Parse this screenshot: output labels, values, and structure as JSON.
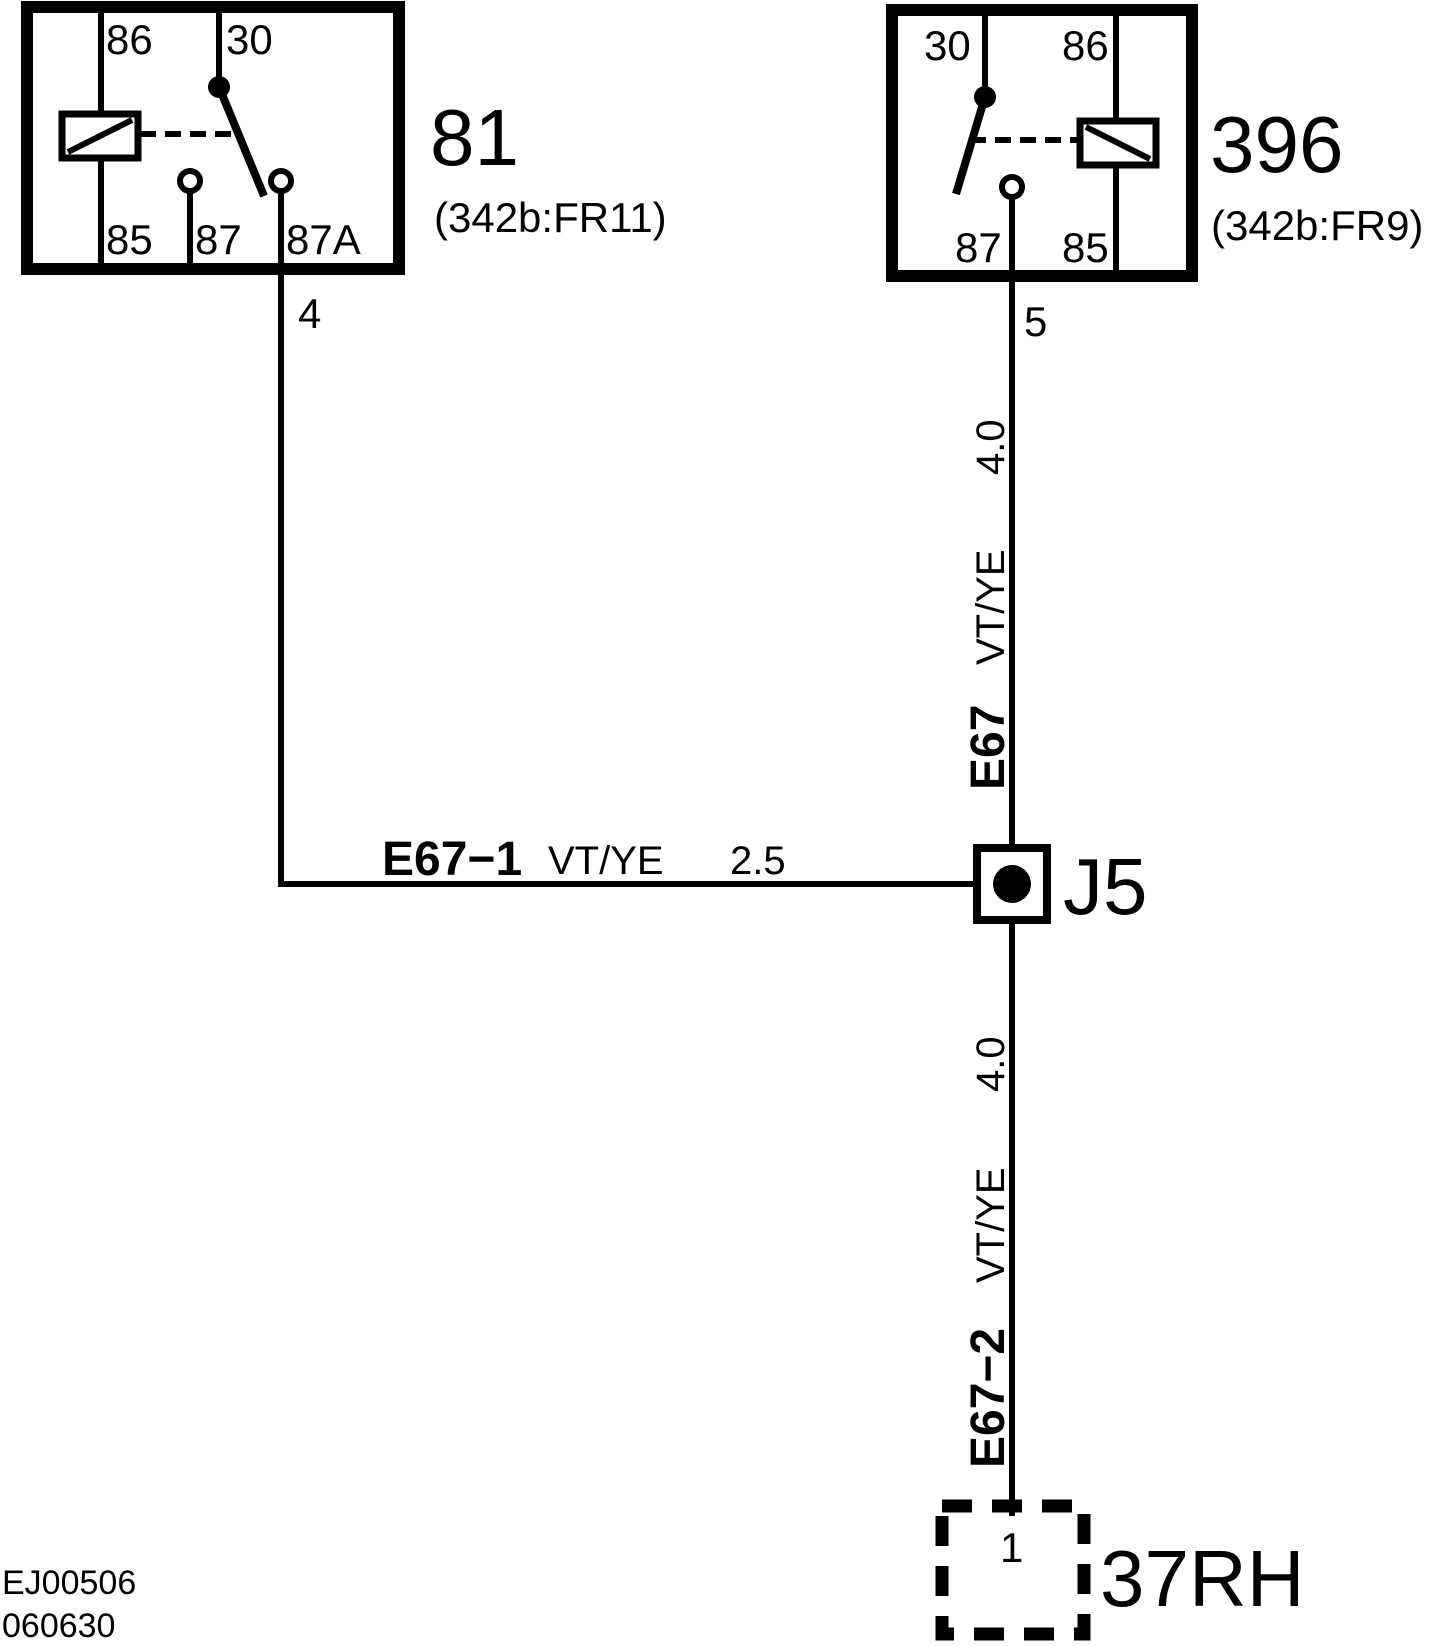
{
  "colors": {
    "ink": "#000000",
    "background": "#ffffff"
  },
  "relay_81": {
    "ref": "81",
    "location": "(342b:FR11)",
    "pins": {
      "p86": "86",
      "p30": "30",
      "p85": "85",
      "p87": "87",
      "p87a": "87A"
    },
    "output_pin": "4",
    "symbol_icons": [
      "relay-coil-icon",
      "relay-switch-icon"
    ]
  },
  "relay_396": {
    "ref": "396",
    "location": "(342b:FR9)",
    "pins": {
      "p30": "30",
      "p86": "86",
      "p87": "87",
      "p85": "85"
    },
    "output_pin": "5",
    "symbol_icons": [
      "relay-coil-icon",
      "relay-switch-icon"
    ]
  },
  "wires": {
    "horizontal": {
      "circuit": "E67−1",
      "color": "VT/YE",
      "size": "2.5"
    },
    "upper_vertical": {
      "circuit": "E67",
      "color": "VT/YE",
      "size": "4.0"
    },
    "lower_vertical": {
      "circuit": "E67−2",
      "color": "VT/YE",
      "size": "4.0"
    }
  },
  "junction": {
    "label": "J5"
  },
  "connector": {
    "label": "37RH",
    "pin": "1"
  },
  "footer": {
    "code": "EJ00506",
    "date": "060630"
  }
}
